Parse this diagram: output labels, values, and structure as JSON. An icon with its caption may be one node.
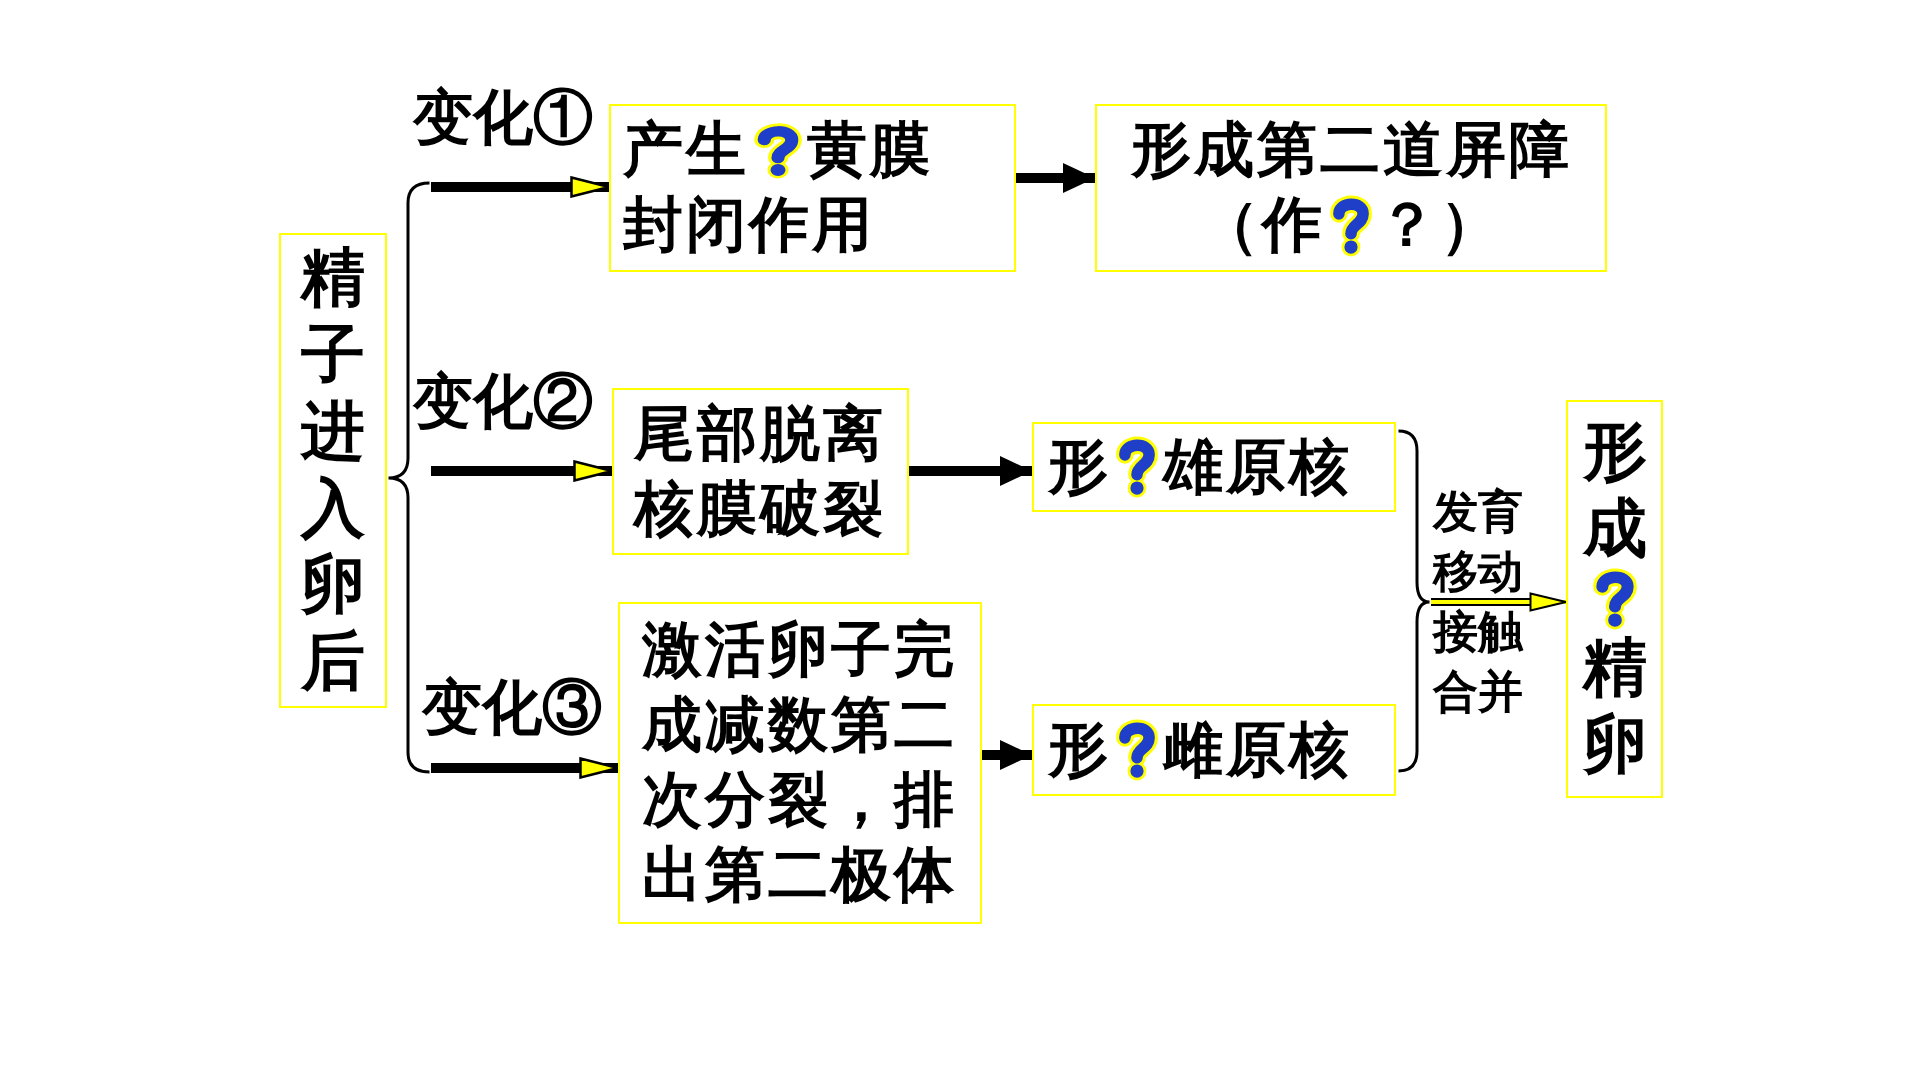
{
  "diagram": {
    "nodes": [
      {
        "text": [
          "精子进入卵后"
        ]
      },
      {
        "text": [],
        "shape": "brace"
      },
      {
        "text": [
          "产生",
          "黄膜",
          "封闭作用"
        ]
      },
      {
        "text": [
          "形成第二道屏障",
          "（作",
          "？）"
        ]
      },
      {
        "text": [
          "尾部脱离核膜破裂"
        ]
      },
      {
        "text": [
          "形",
          "雄原核"
        ]
      },
      {
        "text": [
          "激活卵子完成减数第二次分裂，排出第二极体"
        ]
      },
      {
        "text": [
          "形",
          "雌原核"
        ]
      },
      {
        "text": [],
        "shape": "brace"
      },
      {
        "text": [
          "形成",
          "精卵"
        ]
      }
    ],
    "edges": [
      {
        "from": 1,
        "to": 2,
        "arrow": "to",
        "label": "变化①"
      },
      {
        "from": 2,
        "to": 3,
        "arrow": "to"
      },
      {
        "from": 1,
        "to": 4,
        "arrow": "to",
        "label": "变化②"
      },
      {
        "from": 4,
        "to": 5,
        "arrow": "to"
      },
      {
        "from": 1,
        "to": 6,
        "arrow": "to",
        "label": "变化③"
      },
      {
        "from": 6,
        "to": 7,
        "arrow": "to"
      },
      {
        "from": 8,
        "to": 9,
        "arrow": "to",
        "label": "发育移动接触合并",
        "color": "#ffff00"
      }
    ]
  }
}
